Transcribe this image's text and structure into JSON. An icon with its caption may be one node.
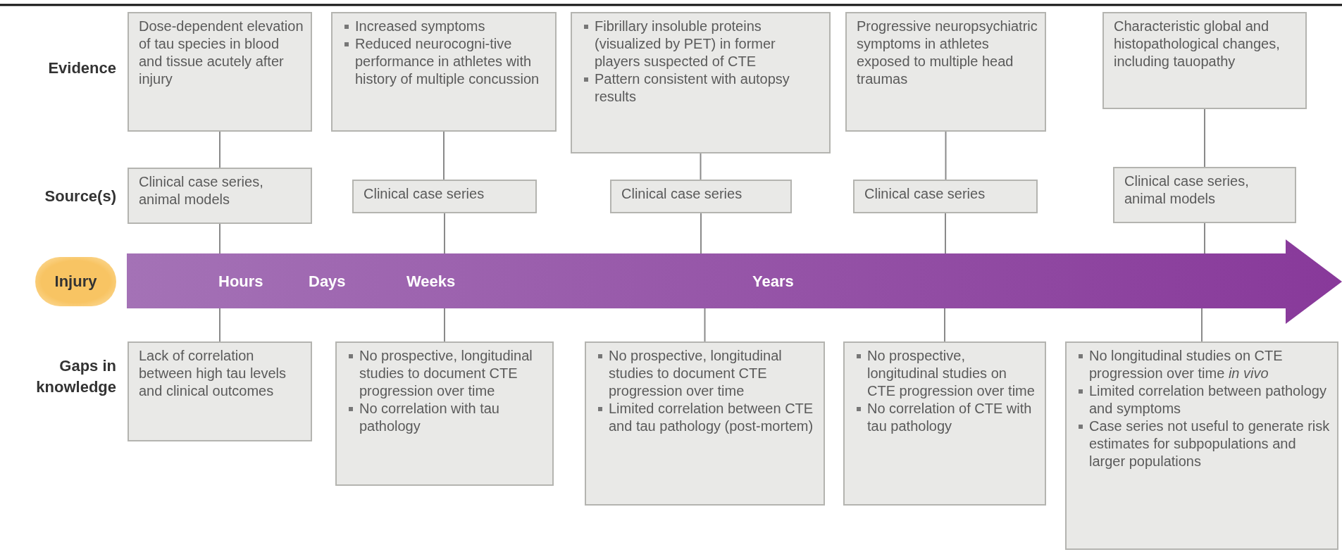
{
  "diagram": {
    "nodes": [
      {
        "text": [
          "Dose-dependent elevation of tau species in blood and tissue acutely after injury"
        ]
      },
      {
        "text": [
          "Increased symptoms",
          "Reduced neurocogni-tive performance in athletes with history of multiple concussion"
        ]
      },
      {
        "text": [
          "Fibrillary insoluble proteins (visualized by PET) in former players suspected of CTE",
          "Pattern consistent with autopsy results"
        ]
      },
      {
        "text": [
          "Progressive neuropsychiatric symptoms in athletes exposed to multiple head traumas"
        ]
      },
      {
        "text": [
          "Characteristic global and histopathological changes, including tauopathy"
        ]
      },
      {
        "text": [
          "Clinical case series, animal models"
        ]
      },
      {
        "text": [
          "Clinical case series"
        ]
      },
      {
        "text": [
          "Clinical case series"
        ]
      },
      {
        "text": [
          "Clinical case series"
        ]
      },
      {
        "text": [
          "Clinical case series, animal models"
        ]
      },
      {
        "text": [
          "Injury"
        ]
      },
      {
        "text": [
          "Hours",
          "Days",
          "Weeks",
          "Years"
        ]
      },
      {
        "text": [
          "Lack of correlation between high tau levels and clinical outcomes"
        ]
      },
      {
        "text": [
          "No prospective, longitudinal studies to document CTE progression over time",
          "No correlation with tau pathology"
        ]
      },
      {
        "text": [
          "No prospective, longitudinal studies to document CTE progression over time",
          "Limited correlation between CTE and tau pathology (post-mortem)"
        ]
      },
      {
        "text": [
          "No prospective, longitudinal studies on CTE progression over time",
          "No correlation of CTE with tau pathology"
        ]
      },
      {
        "text": [
          "No longitudinal studies on CTE progression over time *in vivo*",
          "Limited correlation between pathology and symptoms",
          "Case series not useful to generate risk estimates for subpopulations and larger populations"
        ]
      }
    ],
    "edges": [
      {
        "from": 0,
        "to": 5,
        "arrow": "none"
      },
      {
        "from": 1,
        "to": 6,
        "arrow": "none"
      },
      {
        "from": 2,
        "to": 7,
        "arrow": "none"
      },
      {
        "from": 3,
        "to": 8,
        "arrow": "none"
      },
      {
        "from": 4,
        "to": 9,
        "arrow": "none"
      },
      {
        "from": 5,
        "to": 11,
        "arrow": "none"
      },
      {
        "from": 6,
        "to": 11,
        "arrow": "none"
      },
      {
        "from": 7,
        "to": 11,
        "arrow": "none"
      },
      {
        "from": 8,
        "to": 11,
        "arrow": "none"
      },
      {
        "from": 9,
        "to": 11,
        "arrow": "none"
      },
      {
        "from": 11,
        "to": 12,
        "arrow": "none"
      },
      {
        "from": 11,
        "to": 13,
        "arrow": "none"
      },
      {
        "from": 11,
        "to": 14,
        "arrow": "none"
      },
      {
        "from": 11,
        "to": 15,
        "arrow": "none"
      },
      {
        "from": 11,
        "to": 16,
        "arrow": "none"
      }
    ],
    "labels": [
      "Evidence",
      "Source(s)",
      "Gaps in knowledge"
    ]
  }
}
